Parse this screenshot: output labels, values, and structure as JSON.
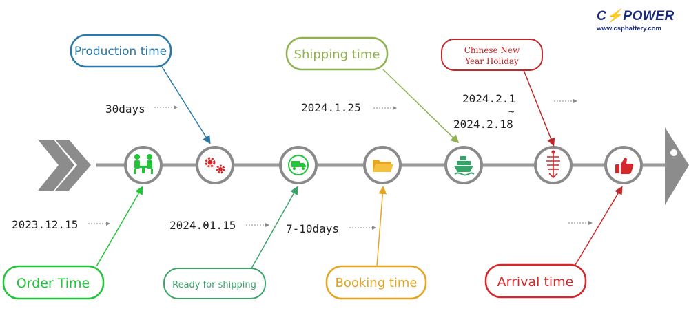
{
  "brand": {
    "prefix": "C",
    "suffix": "POWER",
    "url": "www.cspbattery.com",
    "colors": {
      "text": "#1b2a7a",
      "bolt": "#f0a020"
    }
  },
  "colors": {
    "timeline": "#9a9a9a",
    "node_ring": "#8a8a8a",
    "production": "#2a79a8",
    "order": "#22c43a",
    "ready": "#3aa36a",
    "shipping": "#8fb250",
    "booking": "#e6a520",
    "holiday": "#c0282a",
    "arrival": "#d4282a",
    "date_text": "#222222",
    "dotted_arrow": "#888888"
  },
  "labels": {
    "production": "Production time",
    "order": "Order Time",
    "ready": "Ready for shipping",
    "shipping": "Shipping time",
    "booking": "Booking time",
    "holiday_line1": "Chinese New",
    "holiday_line2": "Year Holiday",
    "arrival": "Arrival time"
  },
  "dates": {
    "production_days": "30days",
    "order_date": "2023.12.15",
    "ready_date": "2024.01.15",
    "shipping_date": "2024.1.25",
    "booking_days": "7-10days",
    "holiday_start": "2024.2.1",
    "holiday_sep": "~",
    "holiday_end": "2024.2.18"
  },
  "nodes": [
    {
      "name": "order",
      "icon": "meeting-icon"
    },
    {
      "name": "production",
      "icon": "gears-icon"
    },
    {
      "name": "ready",
      "icon": "truck-icon"
    },
    {
      "name": "booking",
      "icon": "folder-icon"
    },
    {
      "name": "shipping",
      "icon": "ship-icon"
    },
    {
      "name": "holiday",
      "icon": "firecracker-icon"
    },
    {
      "name": "arrival",
      "icon": "thumbs-up-icon"
    }
  ]
}
